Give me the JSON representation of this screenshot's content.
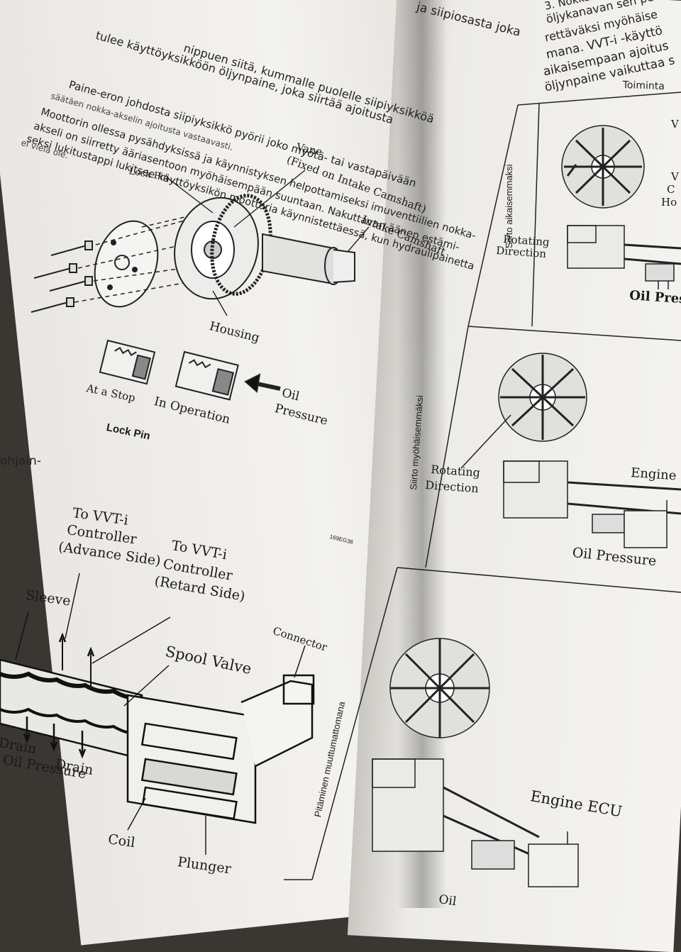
{
  "left_page": {
    "header_fragment": "ja siipiosasta joka",
    "paragraph1": [
      "tulee käyttöyksikköön öljynpaine, joka siirtää ajoitusta",
      "nippuen siitä, kummalle puolelle siipiyksikköä",
      "Paine-eron johdosta siipiyksikkö pyörii joko myötä- tai vastapäivään",
      "säätäen nokka-akselin ajoitusta vastaavasti."
    ],
    "paragraph2": [
      "Moottorin ollessa pysähdyksissä ja käynnistyksen helpottamiseksi imuventtiilien nokka-",
      "akseli on siirretty ääriasentoon myöhäisempään suuntaan. Nakuttavan äänen estämi-",
      "seksi lukitustappi lukitsee käyttöyksikön moottoria käynnistettäessä, kun hydraulipainetta",
      "ei vielä ole."
    ],
    "side_fragment": "ohjain-",
    "diagram1": {
      "lock_pin": "Lock Pin",
      "vane": "Vane",
      "vane_note": "(Fixed on Intake Camshaft)",
      "intake_camshaft": "Intake Camshaft",
      "housing": "Housing",
      "at_a_stop": "At a Stop",
      "in_operation": "In Operation",
      "oil": "Oil",
      "pressure": "Pressure",
      "caption": "Lock Pin",
      "code": "169EG36"
    },
    "diagram2": {
      "to_vvti_adv_1": "To VVT-i",
      "to_vvti_adv_2": "Controller",
      "to_vvti_adv_3": "(Advance Side)",
      "to_vvti_ret_1": "To VVT-i",
      "to_vvti_ret_2": "Controller",
      "to_vvti_ret_3": "(Retard Side)",
      "sleeve": "Sleeve",
      "connector": "Connector",
      "spool_valve": "Spool Valve",
      "drain_left": "Drain",
      "oil_pressure": "Oil Pressure",
      "drain_right": "Drain",
      "coil": "Coil",
      "plunger": "Plunger"
    }
  },
  "right_page": {
    "top_text": [
      "3. Nokka-",
      "öljykanavan sen pe",
      "rettäväksi myöhäise",
      "mana. VVT-i -käyttö",
      "aikaisempaan ajoitus",
      "öljynpaine vaikuttaa s"
    ],
    "table_header": "Toiminta",
    "rows": [
      {
        "side_label": "Siirto aikaisemmaksi",
        "rotating": "Rotating",
        "direction": "Direction",
        "oil_pressure": "Oil Pres",
        "v1": "V",
        "v2": "V",
        "c": "C",
        "ho": "Ho"
      },
      {
        "side_label": "Siirto myöhäisemmäksi",
        "rotating": "Rotating",
        "direction": "Direction",
        "engine": "Engine",
        "oil_pressure": "Oil Pressure"
      },
      {
        "side_label": "Pitäminen muuttumattomana",
        "engine_ecu": "Engine ECU",
        "oil_fragment": "Oil"
      }
    ]
  }
}
